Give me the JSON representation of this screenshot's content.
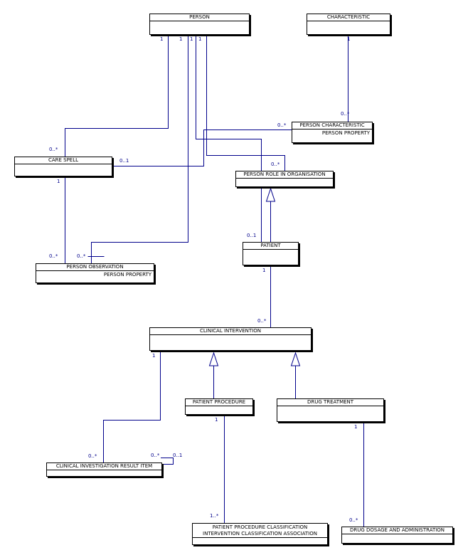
{
  "colors": {
    "line": "#00008b",
    "box_border": "#000000",
    "box_fill": "#ffffff"
  },
  "entities": {
    "person": {
      "name": "PERSON"
    },
    "characteristic": {
      "name": "CHARACTERISTIC"
    },
    "person_characteristic": {
      "name": "PERSON CHARACTERISTIC",
      "attribute": "PERSON PROPERTY"
    },
    "care_spell": {
      "name": "CARE SPELL"
    },
    "person_role": {
      "name": "PERSON ROLE IN ORGANISATION"
    },
    "patient": {
      "name": "PATIENT"
    },
    "person_observation": {
      "name": "PERSON OBSERVATION",
      "attribute": "PERSON PROPERTY"
    },
    "clinical_intervention": {
      "name": "CLINICAL INTERVENTION"
    },
    "patient_procedure": {
      "name": "PATIENT PROCEDURE"
    },
    "drug_treatment": {
      "name": "DRUG TREATMENT"
    },
    "clinical_investigation": {
      "name": "CLINICAL INVESTIGATION RESULT ITEM"
    },
    "ppc_association": {
      "name": "PATIENT PROCEDURE CLASSIFICATION",
      "name2": "INTERVENTION CLASSIFICATION ASSOCIATION"
    },
    "drug_dosage": {
      "name": "DRUG DOSAGE AND ADMINISTRATION"
    }
  },
  "multiplicities": {
    "person_a": "1",
    "person_b": "1",
    "person_c": "1",
    "person_d": "1",
    "characteristic_1": "1",
    "pc_many": "0..*",
    "pc_obs": "0..*",
    "cs_many": "0..*",
    "cs_01": "0..1",
    "cs_1": "1",
    "role_many": "0..*",
    "patient_01": "0..1",
    "obs_many_a": "0..*",
    "obs_many_b": "0..*",
    "patient_1": "1",
    "ci_many": "0..*",
    "ci_1": "1",
    "cir_many": "0..*",
    "cir_self_many": "0..*",
    "cir_self_01": "0..1",
    "pp_1": "1",
    "ppc_many": "1..*",
    "dt_1": "1",
    "dd_many": "0..*"
  }
}
